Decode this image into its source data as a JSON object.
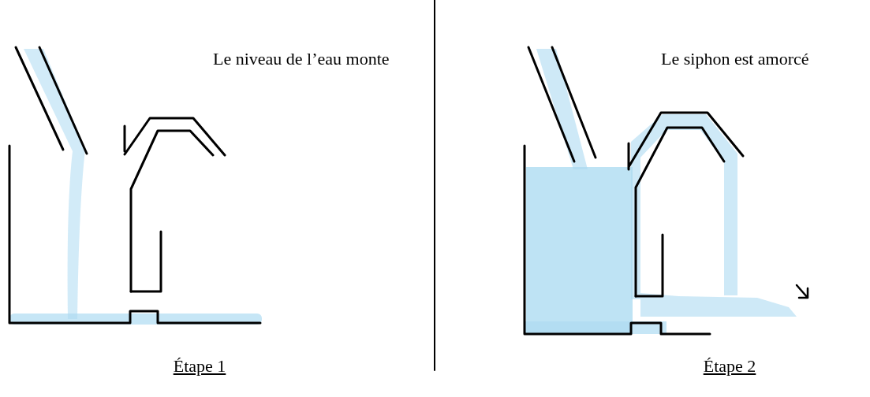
{
  "diagram": {
    "labels": [
      "Le niveau de l’eau monte",
      "Le siphon est amorcé",
      "Étape 1",
      "Étape 2"
    ]
  }
}
